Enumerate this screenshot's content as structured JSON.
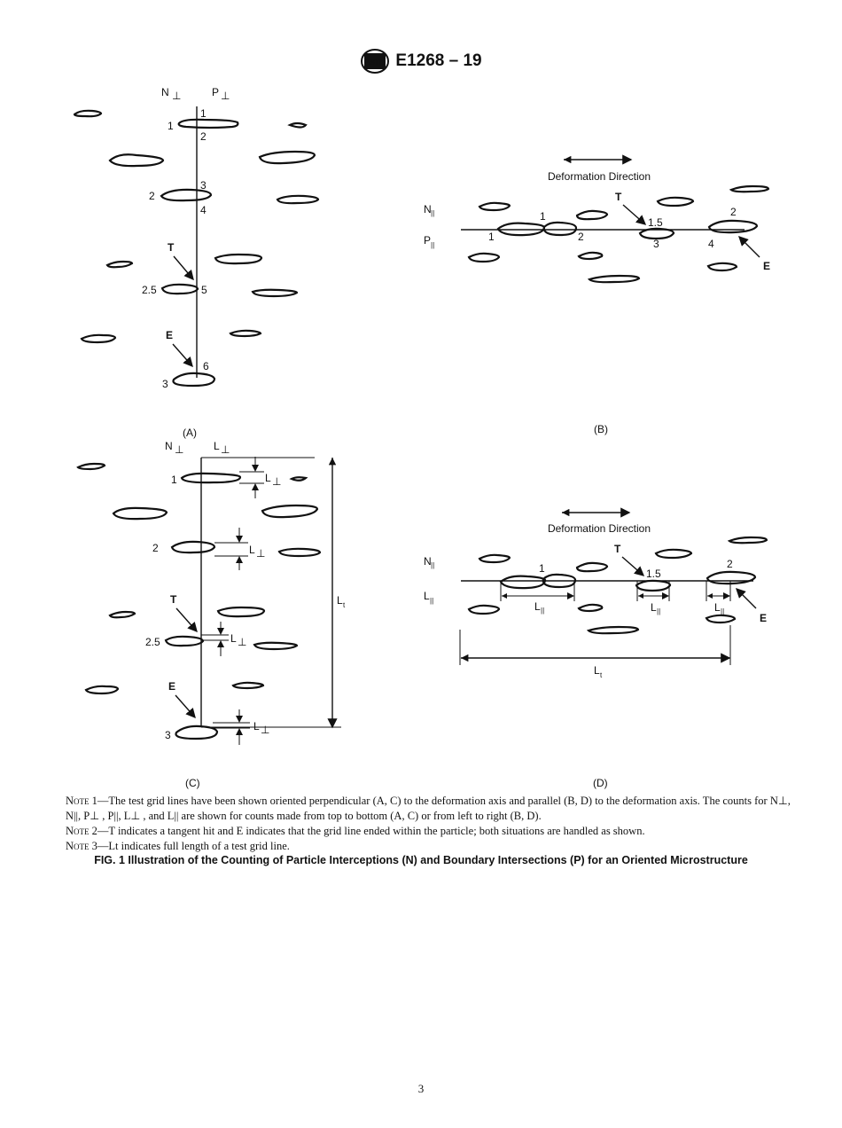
{
  "header": {
    "logo_text": "ASTM",
    "doc_id": "E1268 – 19"
  },
  "panels": {
    "A": {
      "label": "(A)",
      "n_axis": "N",
      "p_axis": "P",
      "left_counts": [
        "1",
        "2",
        "2.5",
        "3"
      ],
      "right_counts": [
        "1",
        "2",
        "3",
        "4",
        "5",
        "6"
      ],
      "tangent": "T",
      "end": "E"
    },
    "B": {
      "label": "(B)",
      "direction": "Deformation Direction",
      "n_axis": "N",
      "p_axis": "P",
      "top_counts": [
        "1",
        "1.5",
        "2"
      ],
      "bottom_counts": [
        "1",
        "2",
        "3",
        "4"
      ],
      "tangent": "T",
      "end": "E"
    },
    "C": {
      "label": "(C)",
      "n_axis": "N",
      "l_axis": "L",
      "counts": [
        "1",
        "2",
        "2.5",
        "3"
      ],
      "segment": "L",
      "total": "L",
      "total_sub": "t",
      "tangent": "T",
      "end": "E"
    },
    "D": {
      "label": "(D)",
      "direction": "Deformation Direction",
      "n_axis": "N",
      "l_axis": "L",
      "counts": [
        "1",
        "1.5",
        "2"
      ],
      "segment": "L",
      "total": "L",
      "total_sub": "t",
      "tangent": "T",
      "end": "E"
    }
  },
  "notes": {
    "note1_lead": "Note 1",
    "note1_text": "—The test grid lines have been shown oriented perpendicular (A, C) to the deformation axis and parallel (B, D) to the deformation axis. The counts for N⊥, N||, P⊥ , P||, L⊥ , and L|| are shown for counts made from top to bottom (A, C) or from left to right (B, D).",
    "note2_lead": "Note 2",
    "note2_text": "—T indicates a tangent hit and E indicates that the grid line ended within the particle; both situations are handled as shown.",
    "note3_lead": "Note 3",
    "note3_text": "—Lt indicates full length of a test grid line."
  },
  "caption": "FIG. 1 Illustration of the Counting of Particle Interceptions (N) and Boundary Intersections (P) for an Oriented Microstructure",
  "page_number": "3"
}
